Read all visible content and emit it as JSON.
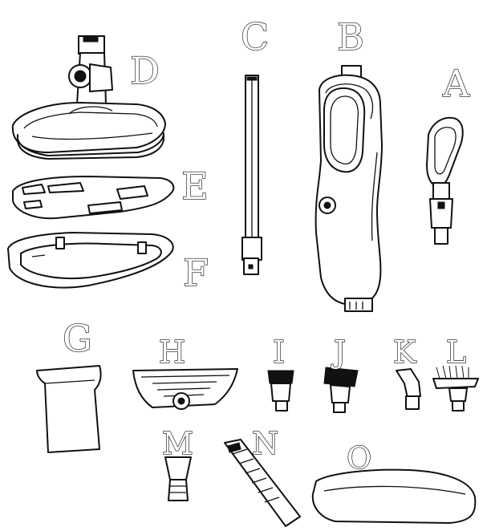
{
  "parts": {
    "A": "A",
    "B": "B",
    "C": "C",
    "D": "D",
    "E": "E",
    "F": "F",
    "G": "G",
    "H": "H",
    "I": "I",
    "J": "J",
    "K": "K",
    "L": "L",
    "M": "M",
    "N": "N",
    "O": "O"
  }
}
